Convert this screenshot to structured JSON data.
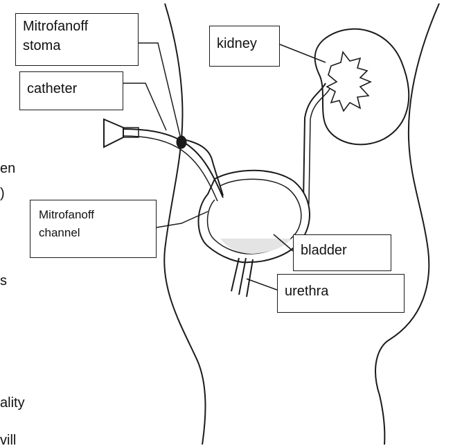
{
  "labels": {
    "mitrofanoff_stoma": {
      "line1": "Mitrofanoff",
      "line2": "stoma"
    },
    "catheter": "catheter",
    "kidney": "kidney",
    "mitrofanoff_channel": {
      "line1": "Mitrofanoff",
      "line2": "channel"
    },
    "bladder": "bladder",
    "urethra": "urethra"
  },
  "cut_off_text": {
    "f1": "en",
    "f2": ")",
    "f3": "s",
    "f4": "ality",
    "f5": "vill"
  },
  "colors": {
    "outline": "#1a1a1a",
    "fill_shading": "#e4e4e4",
    "background": "#ffffff"
  }
}
